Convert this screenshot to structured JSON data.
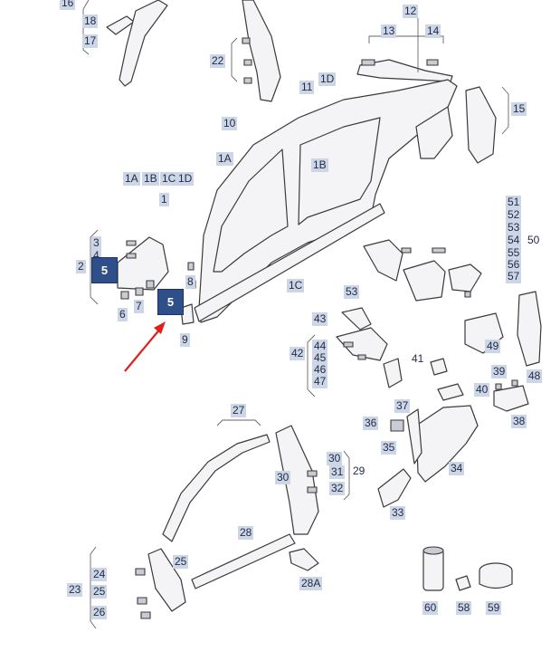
{
  "callouts": {
    "c16": "16",
    "c18": "18",
    "c17": "17",
    "c22": "22",
    "c12": "12",
    "c13": "13",
    "c14": "14",
    "c11": "11",
    "c1D_top": "1D",
    "c10": "10",
    "c15": "15",
    "c1A_top": "1A",
    "c1B_right": "1B",
    "c1A_grp": "1A",
    "c1B_grp": "1B",
    "c1C_grp": "1C",
    "c1D_grp": "1D",
    "c1": "1",
    "c51": "51",
    "c52": "52",
    "c53": "53",
    "c54": "54",
    "c55": "55",
    "c56": "56",
    "c57": "57",
    "c50": "50",
    "c3": "3",
    "c4": "4",
    "c2": "2",
    "c8": "8",
    "c1C_bottom": "1C",
    "c53b": "53",
    "c6": "6",
    "c7": "7",
    "c9": "9",
    "c43": "43",
    "c42": "42",
    "c44": "44",
    "c45": "45",
    "c46": "46",
    "c47": "47",
    "c49": "49",
    "c48": "48",
    "c41": "41",
    "c39": "39",
    "c40": "40",
    "c37": "37",
    "c38": "38",
    "c36": "36",
    "c35": "35",
    "c34": "34",
    "c33": "33",
    "c27": "27",
    "c30a": "30",
    "c30b": "30",
    "c31": "31",
    "c29": "29",
    "c32": "32",
    "c28": "28",
    "c28A": "28A",
    "c25a": "25",
    "c24": "24",
    "c23": "23",
    "c25b": "25",
    "c26": "26",
    "c60": "60",
    "c58": "58",
    "c59": "59"
  },
  "badges": {
    "b1": "5",
    "b2": "5"
  },
  "colors": {
    "callout_bg": "#cdd6e6",
    "badge_bg": "#2f4f8a",
    "arrow": "#e0201c"
  }
}
